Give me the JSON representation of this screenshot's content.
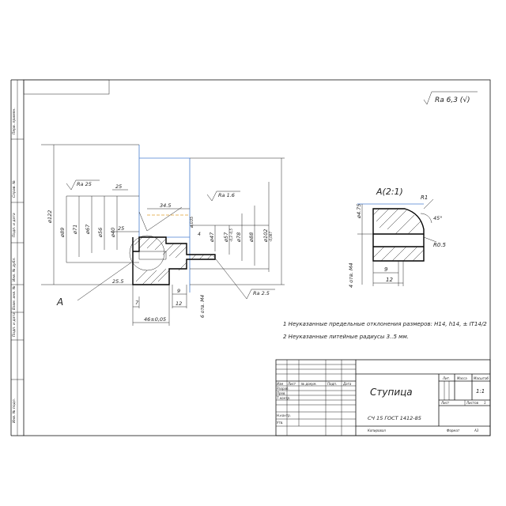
{
  "roughness": {
    "symbol": "Ra 6,3 (√)"
  },
  "side_strip": [
    "Перв. примен.",
    "Справ. №",
    "Подп. и дата",
    "Инв. № дубл.",
    "Взам. инв. №",
    "Подп. и дата",
    "Инв. № подл."
  ],
  "main_view": {
    "roughness_labels": [
      "Ra 25",
      "Ra 1.6",
      "Ra 2.5"
    ],
    "diameters_left": [
      "ø122",
      "ø89",
      "ø71",
      "ø67",
      "ø56",
      "ø40"
    ],
    "diameters_right": [
      "ø,035",
      "ø47",
      "ø57",
      "ø78",
      "ø88",
      "ø102"
    ],
    "tolerance_right": "-0,3 -0,5",
    "tolerance_102": "-0,087",
    "dims_horizontal": [
      "25",
      "34.5",
      "25",
      "4",
      "25.5",
      "7",
      "9",
      "12",
      "46±0,05"
    ],
    "thread_label": "6 отв. M4",
    "section_label": "A"
  },
  "detail_view": {
    "title": "A(2:1)",
    "labels": [
      "R1",
      "45°",
      "R0.5",
      "ø4.75",
      "4 отв. M4",
      "9",
      "12"
    ]
  },
  "notes": [
    "1 Неуказанные предельные отклонения размеров: H14, h14, ± IT14/2",
    "2 Неуказанные литейные радиусы 3..5 мм."
  ],
  "title_block": {
    "name": "Ступица",
    "material": "СЧ 15 ГОСТ 1412-85",
    "col_headers": [
      "Изм",
      "Лист",
      "№ докум.",
      "Подп.",
      "Дата"
    ],
    "rows": [
      "Разраб.",
      "Пров.",
      "Т.контр.",
      "",
      "Н.контр.",
      "Утв."
    ],
    "right_headers": [
      "Лит.",
      "Масса",
      "Масштаб"
    ],
    "scale": "1:1",
    "sheet": "Лист",
    "sheets": "Листов",
    "sheets_count": "1",
    "copied": "Копировал",
    "format": "Формат",
    "format_value": "A3"
  }
}
